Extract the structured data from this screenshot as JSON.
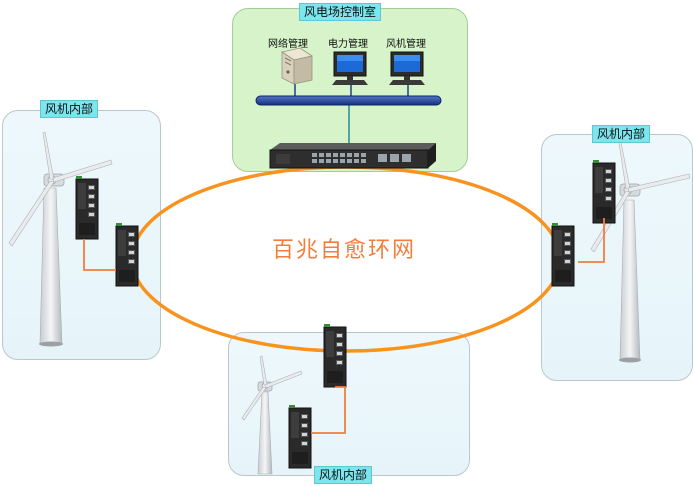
{
  "control_room": {
    "title": "风电场控制室",
    "stations": [
      {
        "label": "网络管理",
        "icon": "server-icon"
      },
      {
        "label": "电力管理",
        "icon": "monitor-icon"
      },
      {
        "label": "风机管理",
        "icon": "monitor-icon"
      }
    ]
  },
  "turbines": {
    "left_label": "风机内部",
    "right_label": "风机内部",
    "bottom_label": "风机内部"
  },
  "ring": {
    "label": "百兆自愈环网",
    "color": "#f7931e"
  },
  "colors": {
    "panel_green": "#d6f3c9",
    "panel_blue": "#e6f4f9",
    "tag": "#7be6ee",
    "link": "#f27d3d",
    "bus": "#1e3f8a"
  }
}
